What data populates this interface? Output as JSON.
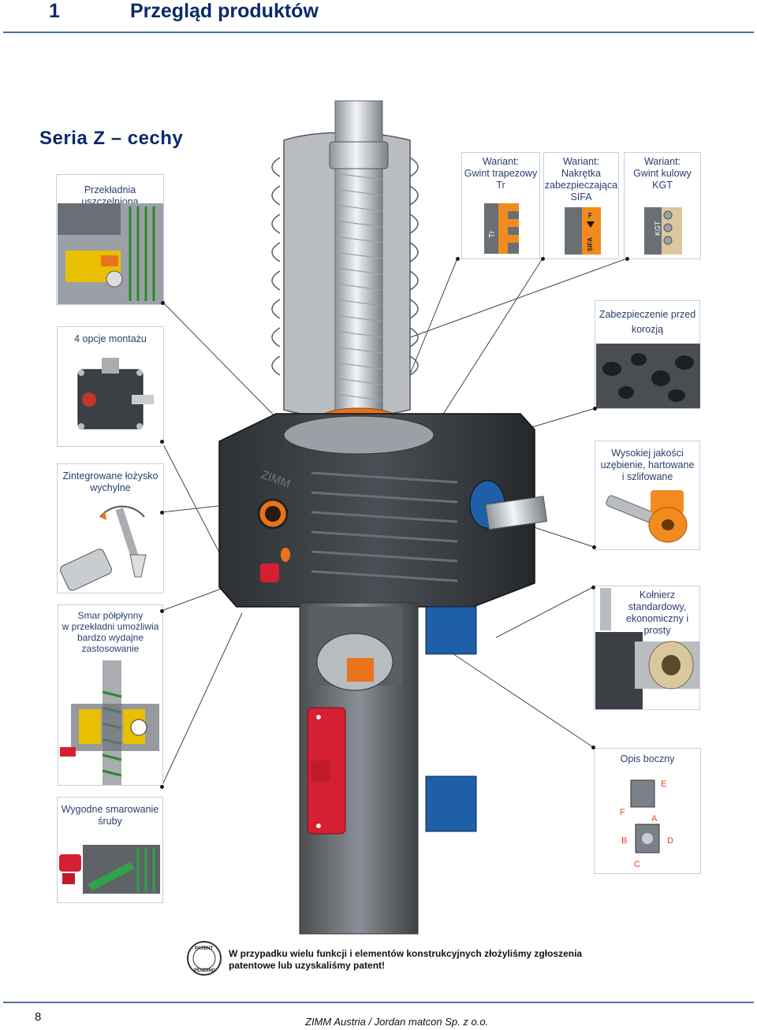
{
  "header": {
    "chapter_number": "1",
    "chapter_title": "Przegląd produktów"
  },
  "section_title": "Seria Z – cechy",
  "features": {
    "sealed_gear": "Przekładnia uszczelniona",
    "mounting": "4 opcje montażu",
    "bearing": "Zintegrowane łożysko\nwychylne",
    "grease": "Smar półpłynny\nw przekładni umożliwia\nbardzo wydajne\nzastosowanie",
    "lubrication": "Wygodne smarowanie\nśruby",
    "variant_tr": "Wariant:\nGwint trapezowy\nTr",
    "variant_sifa": "Wariant:\nNakrętka\nzabezpieczająca\nSIFA",
    "variant_kgt": "Wariant:\nGwint kulowy\nKGT",
    "corrosion": "Zabezpieczenie przed\nkorozją",
    "gearing": "Wysokiej jakości\nuzębienie, hartowane\ni szlifowane",
    "flange": "Kołnierz\nstandardowy,\nekonomiczny i prosty",
    "side_view": "Opis boczny"
  },
  "thumb_text": {
    "tr": "Tr",
    "sifa_f": "F",
    "sifa": "SIFA",
    "kgt": "KGT",
    "side_e": "E",
    "side_f": "F",
    "side_a": "A",
    "side_b": "B",
    "side_d": "D",
    "side_c": "C",
    "brand": "ZIMM"
  },
  "patent": {
    "badge_top": "PATENT",
    "badge_bottom": "PENDING",
    "text": "W przypadku wielu funkcji i elementów konstrukcyjnych złożyliśmy zgłoszenia patentowe lub uzyskaliśmy patent!"
  },
  "footer": {
    "page_number": "8",
    "company": "ZIMM Austria / Jordan matcon Sp. z o.o."
  },
  "colors": {
    "title_blue": "#0a2a6b",
    "rule_blue": "#4f6fa3",
    "box_border": "#c4cfe0",
    "accent_orange": "#e8731c",
    "accent_red": "#d42030",
    "accent_blue": "#1f5fa8"
  }
}
